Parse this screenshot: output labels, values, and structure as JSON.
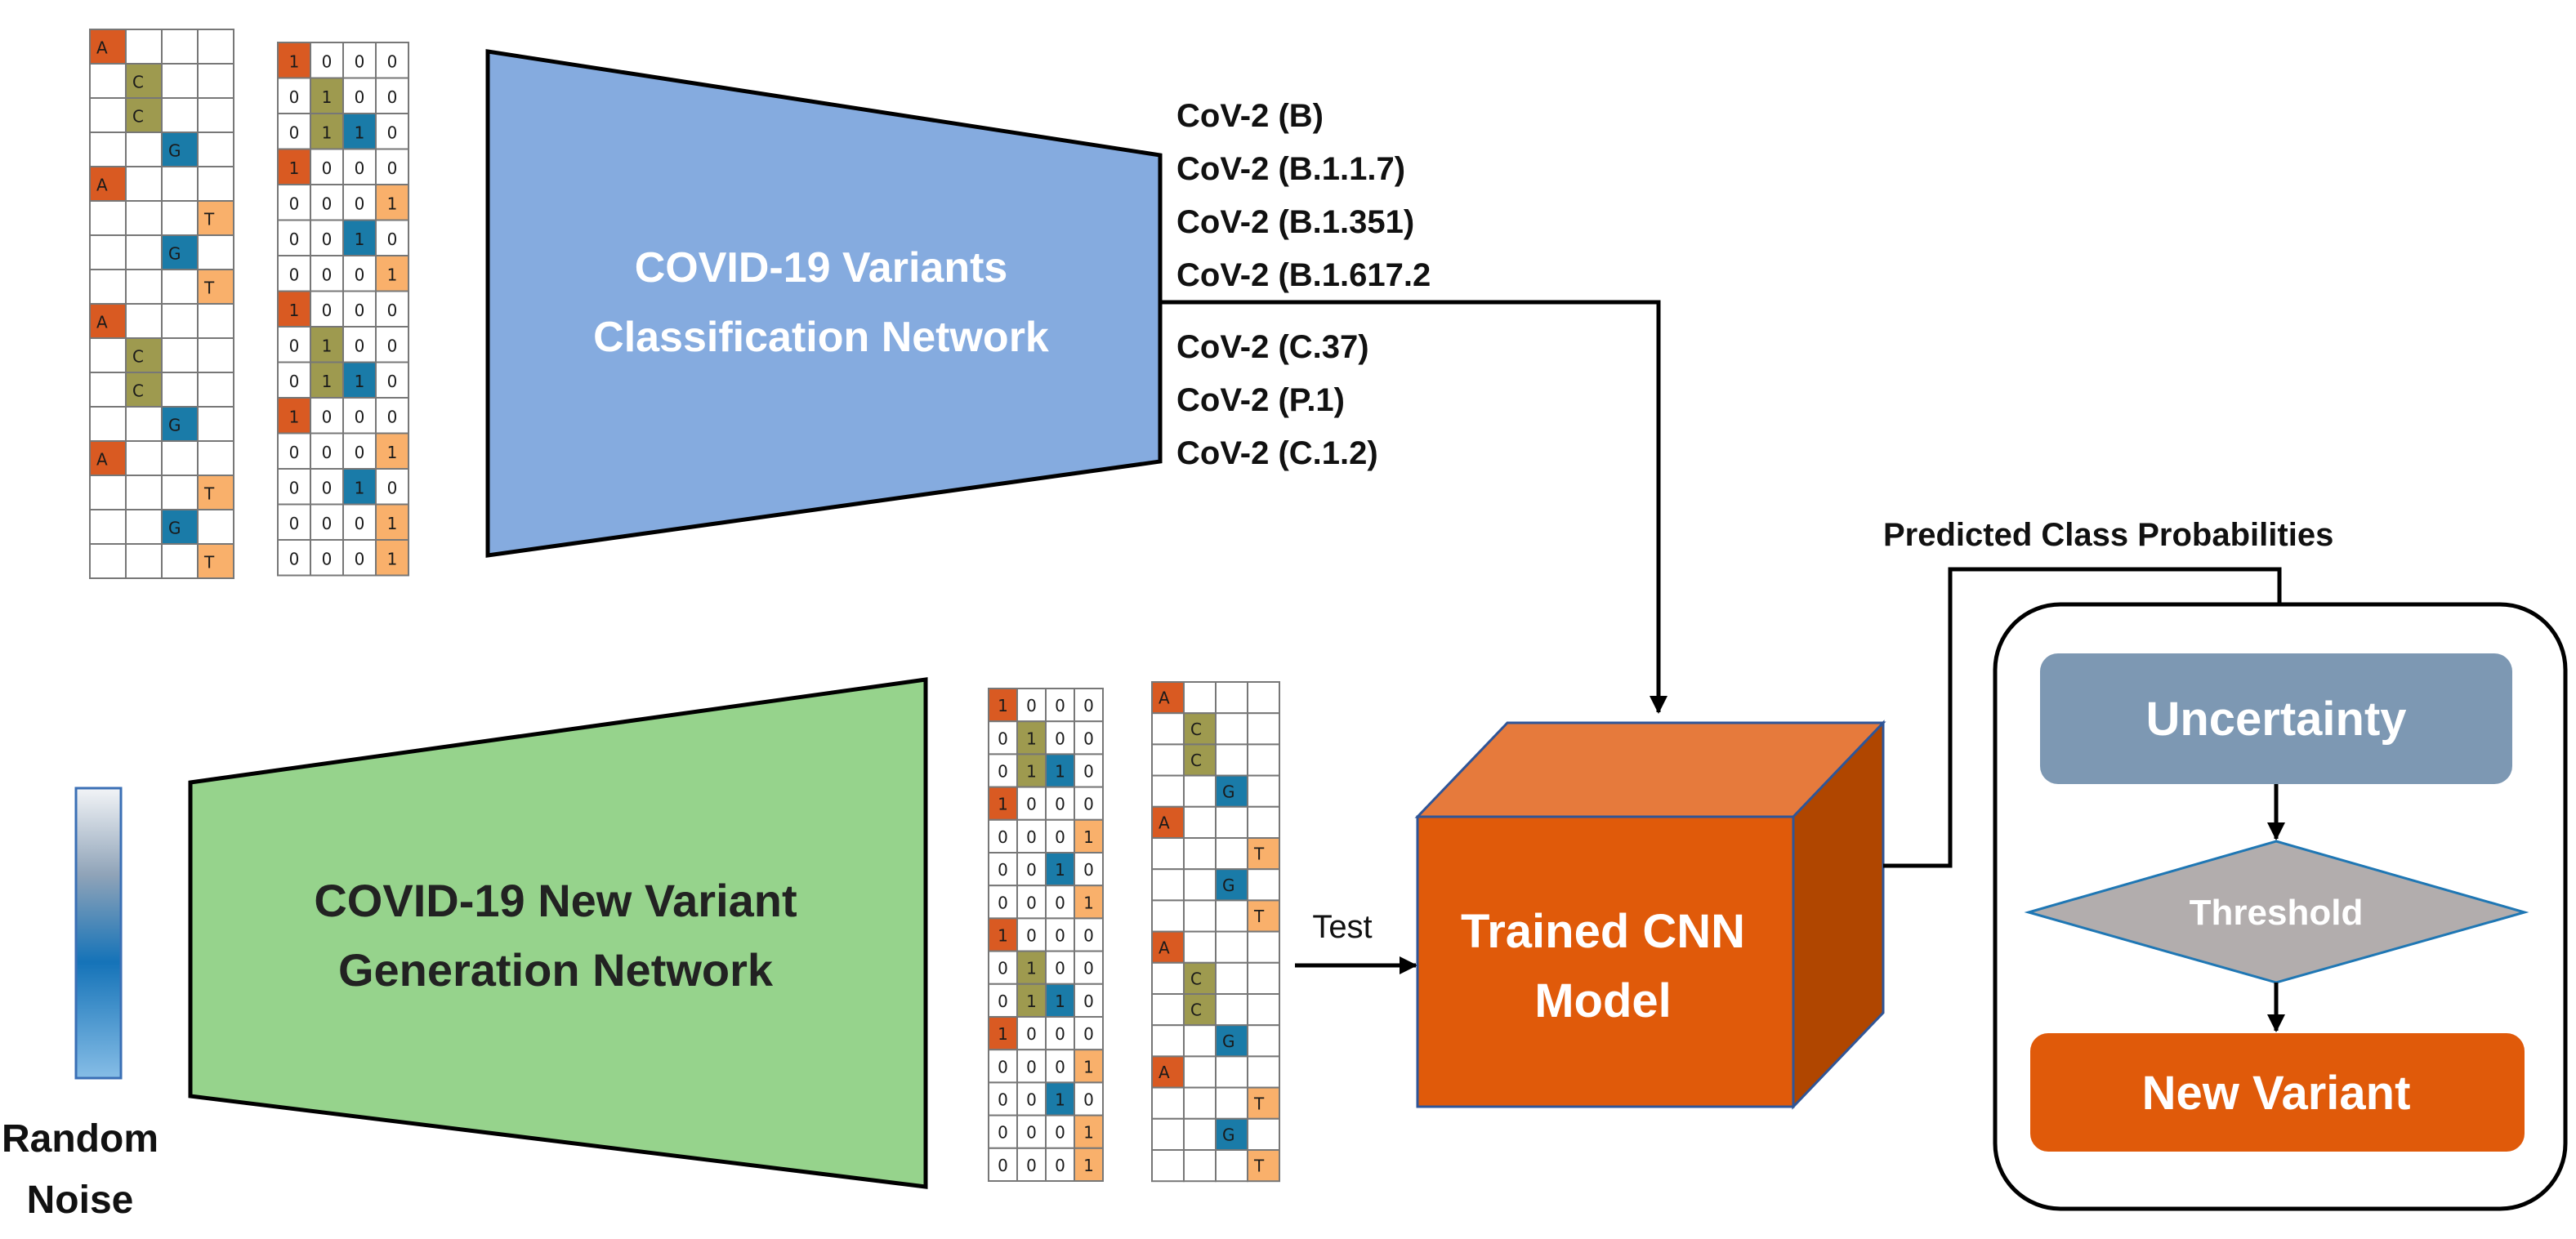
{
  "classification_network": {
    "title_line1": "COVID-19 Variants",
    "title_line2": "Classification Network",
    "fill": "#85ABDF",
    "text_color": "#ffffff"
  },
  "variant_labels": [
    "CoV-2 (B)",
    "CoV-2 (B.1.1.7)",
    "CoV-2 (B.1.351)",
    "CoV-2 (B.1.617.2",
    "CoV-2 (C.37)",
    "CoV-2 (P.1)",
    "CoV-2 (C.1.2)"
  ],
  "generation_network": {
    "title_line1": "COVID-19 New Variant",
    "title_line2": "Generation Network",
    "fill": "#96D38C",
    "text_color": "#222222"
  },
  "random_noise": {
    "line1": "Random",
    "line2": "Noise"
  },
  "test_label": "Test",
  "cnn_model": {
    "line1": "Trained CNN",
    "line2": "Model",
    "front_fill": "#E05A0A",
    "top_fill": "#E67A3C",
    "side_fill": "#B04600"
  },
  "predicted_label": "Predicted Class Probabilities",
  "uncertainty": {
    "label": "Uncertainty",
    "fill": "#7D98B3"
  },
  "threshold": {
    "label": "Threshold",
    "fill": "#B2ADAD"
  },
  "new_variant": {
    "label": "New Variant",
    "fill": "#E05A0A"
  },
  "nucleotide_colors": {
    "A": "#D95A22",
    "C": "#9E9A4F",
    "G": "#1A7BA8",
    "T": "#F9B06B"
  },
  "sequence_top": [
    "A",
    "C",
    "C",
    "G",
    "A",
    "T",
    "G",
    "T",
    "A",
    "C",
    "C",
    "G",
    "A",
    "T",
    "G",
    "T"
  ],
  "onehot_top": [
    [
      1,
      0,
      0,
      0
    ],
    [
      0,
      1,
      0,
      0
    ],
    [
      0,
      1,
      1,
      0
    ],
    [
      1,
      0,
      0,
      0
    ],
    [
      0,
      0,
      0,
      1
    ],
    [
      0,
      0,
      1,
      0
    ],
    [
      0,
      0,
      0,
      1
    ],
    [
      1,
      0,
      0,
      0
    ],
    [
      0,
      1,
      0,
      0
    ],
    [
      0,
      1,
      1,
      0
    ],
    [
      1,
      0,
      0,
      0
    ],
    [
      0,
      0,
      0,
      1
    ],
    [
      0,
      0,
      1,
      0
    ],
    [
      0,
      0,
      0,
      1
    ]
  ],
  "onehot_top_extra_row": [
    0,
    0,
    0,
    1
  ],
  "sequence_bottom": [
    "A",
    "C",
    "C",
    "G",
    "A",
    "T",
    "G",
    "T",
    "A",
    "C",
    "C",
    "G",
    "A",
    "T",
    "G",
    "T"
  ],
  "onehot_bottom": [
    [
      1,
      0,
      0,
      0
    ],
    [
      0,
      1,
      0,
      0
    ],
    [
      0,
      1,
      1,
      0
    ],
    [
      1,
      0,
      0,
      0
    ],
    [
      0,
      0,
      0,
      1
    ],
    [
      0,
      0,
      1,
      0
    ],
    [
      0,
      0,
      0,
      1
    ],
    [
      1,
      0,
      0,
      0
    ],
    [
      0,
      1,
      0,
      0
    ],
    [
      0,
      1,
      1,
      0
    ],
    [
      1,
      0,
      0,
      0
    ],
    [
      0,
      0,
      0,
      1
    ],
    [
      0,
      0,
      1,
      0
    ],
    [
      0,
      0,
      0,
      1
    ]
  ]
}
